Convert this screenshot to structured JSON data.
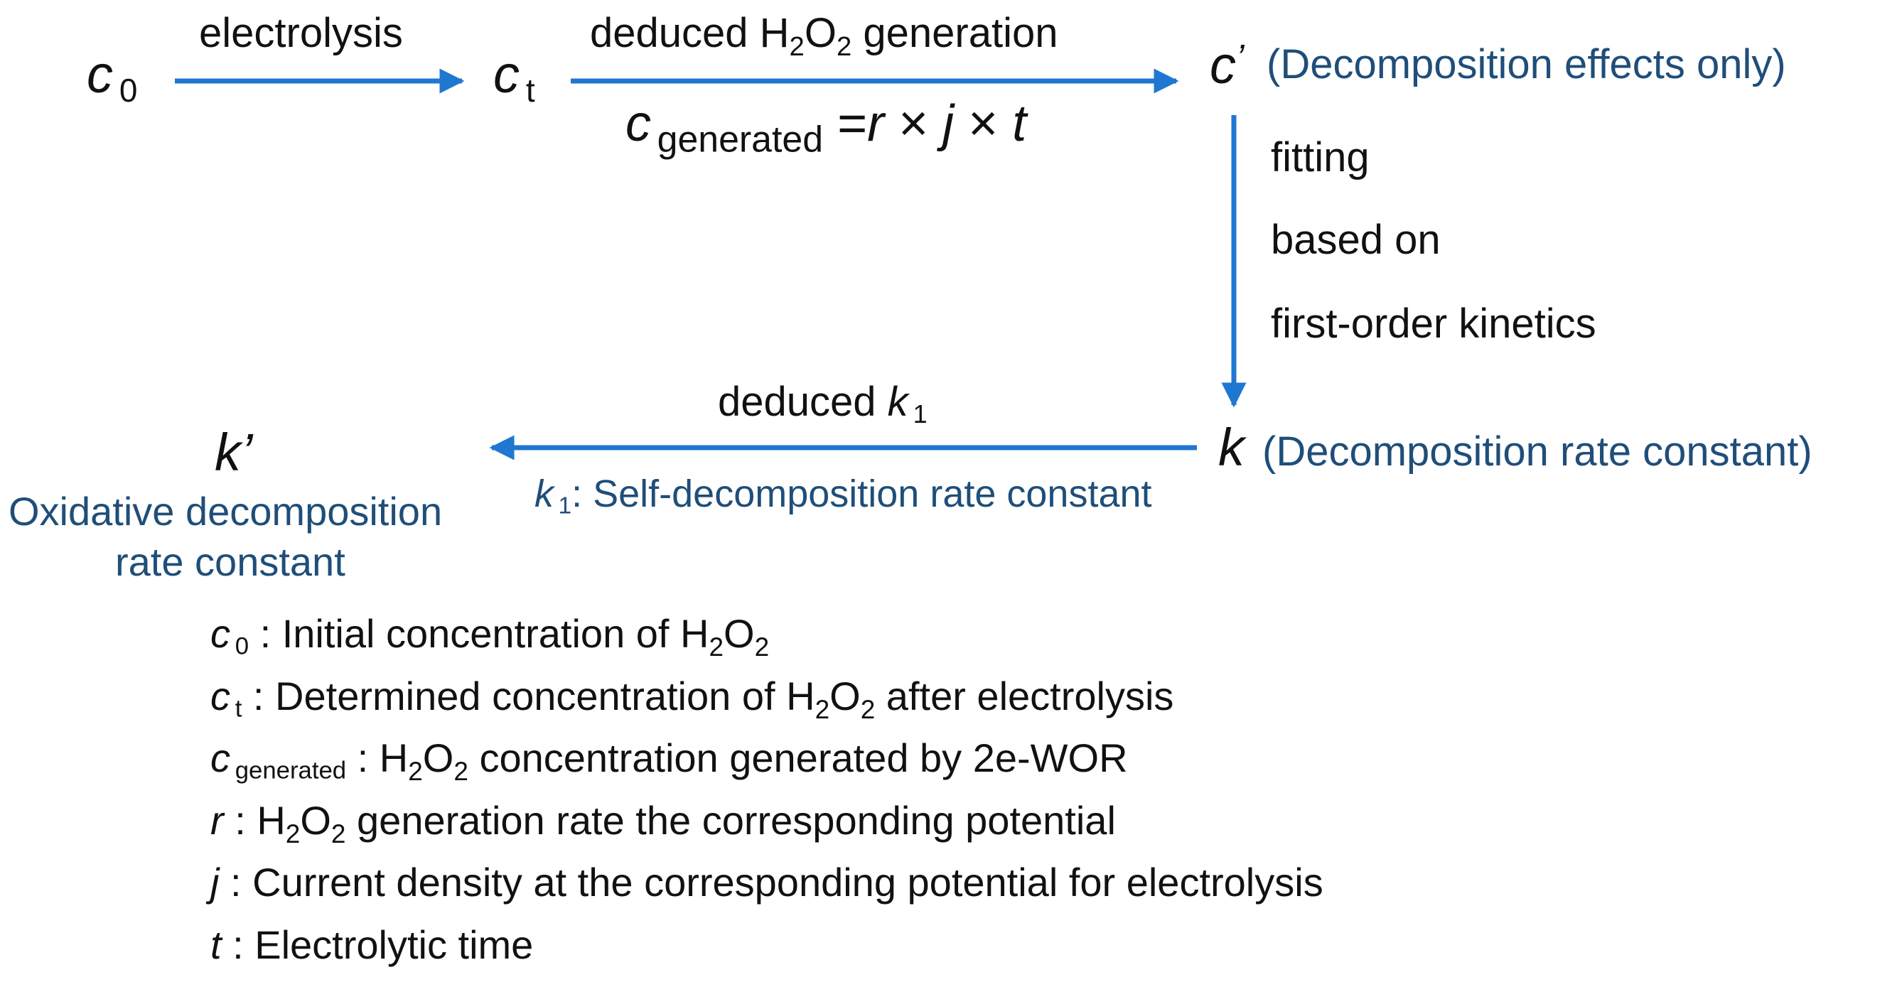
{
  "colors": {
    "arrow": "#1f77d0",
    "blue_text": "#1f4e79",
    "text": "#111111"
  },
  "nodes": {
    "c0": {
      "symbol": "c",
      "sub": "0"
    },
    "ct": {
      "symbol": "c",
      "sub": "t"
    },
    "c_prime": {
      "symbol": "c",
      "prime": "’",
      "note": "(Decomposition effects only)"
    },
    "k": {
      "symbol": "k",
      "note": "(Decomposition rate constant)"
    },
    "k_prime": {
      "symbol": "k’",
      "note_line1": "Oxidative decomposition",
      "note_line2": "rate constant"
    }
  },
  "edges": {
    "electrolysis": {
      "label": "electrolysis"
    },
    "deduced_h2o2": {
      "label_prefix": "deduced H",
      "label_sub1": "2",
      "label_mid": "O",
      "label_sub2": "2",
      "label_suffix": " generation",
      "formula_symbol": "c",
      "formula_sub": "generated",
      "formula_rest": " =",
      "formula_r": "r",
      "formula_times1": " × ",
      "formula_j": "j",
      "formula_times2": " × ",
      "formula_t": "t"
    },
    "fitting": {
      "line1": "fitting",
      "line2": "based on",
      "line3": "first-order kinetics"
    },
    "deduced_k1": {
      "label_prefix": "deduced ",
      "label_symbol": "k",
      "label_sub": "1",
      "note_symbol": "k",
      "note_sub": "1",
      "note_text": ": Self-decomposition rate constant"
    }
  },
  "definitions": [
    {
      "symbol": "c",
      "sub": "0",
      "text_before": " : Initial concentration of H",
      "s1": "2",
      "mid": "O",
      "s2": "2",
      "text_after": ""
    },
    {
      "symbol": "c",
      "sub": "t",
      "text_before": " : Determined concentration of H",
      "s1": "2",
      "mid": "O",
      "s2": "2",
      "text_after": " after electrolysis"
    },
    {
      "symbol": "c",
      "sub": "generated",
      "text_before": " :  H",
      "s1": "2",
      "mid": "O",
      "s2": "2",
      "text_after": " concentration generated by 2e-WOR"
    },
    {
      "symbol": "r",
      "sub": "",
      "text_before": " : H",
      "s1": "2",
      "mid": "O",
      "s2": "2",
      "text_after": " generation rate the corresponding potential"
    },
    {
      "symbol": "j",
      "sub": "",
      "text_before": " : Current density at the corresponding potential for electrolysis",
      "s1": "",
      "mid": "",
      "s2": "",
      "text_after": ""
    },
    {
      "symbol": "t",
      "sub": "",
      "text_before": " : Electrolytic time",
      "s1": "",
      "mid": "",
      "s2": "",
      "text_after": ""
    }
  ]
}
